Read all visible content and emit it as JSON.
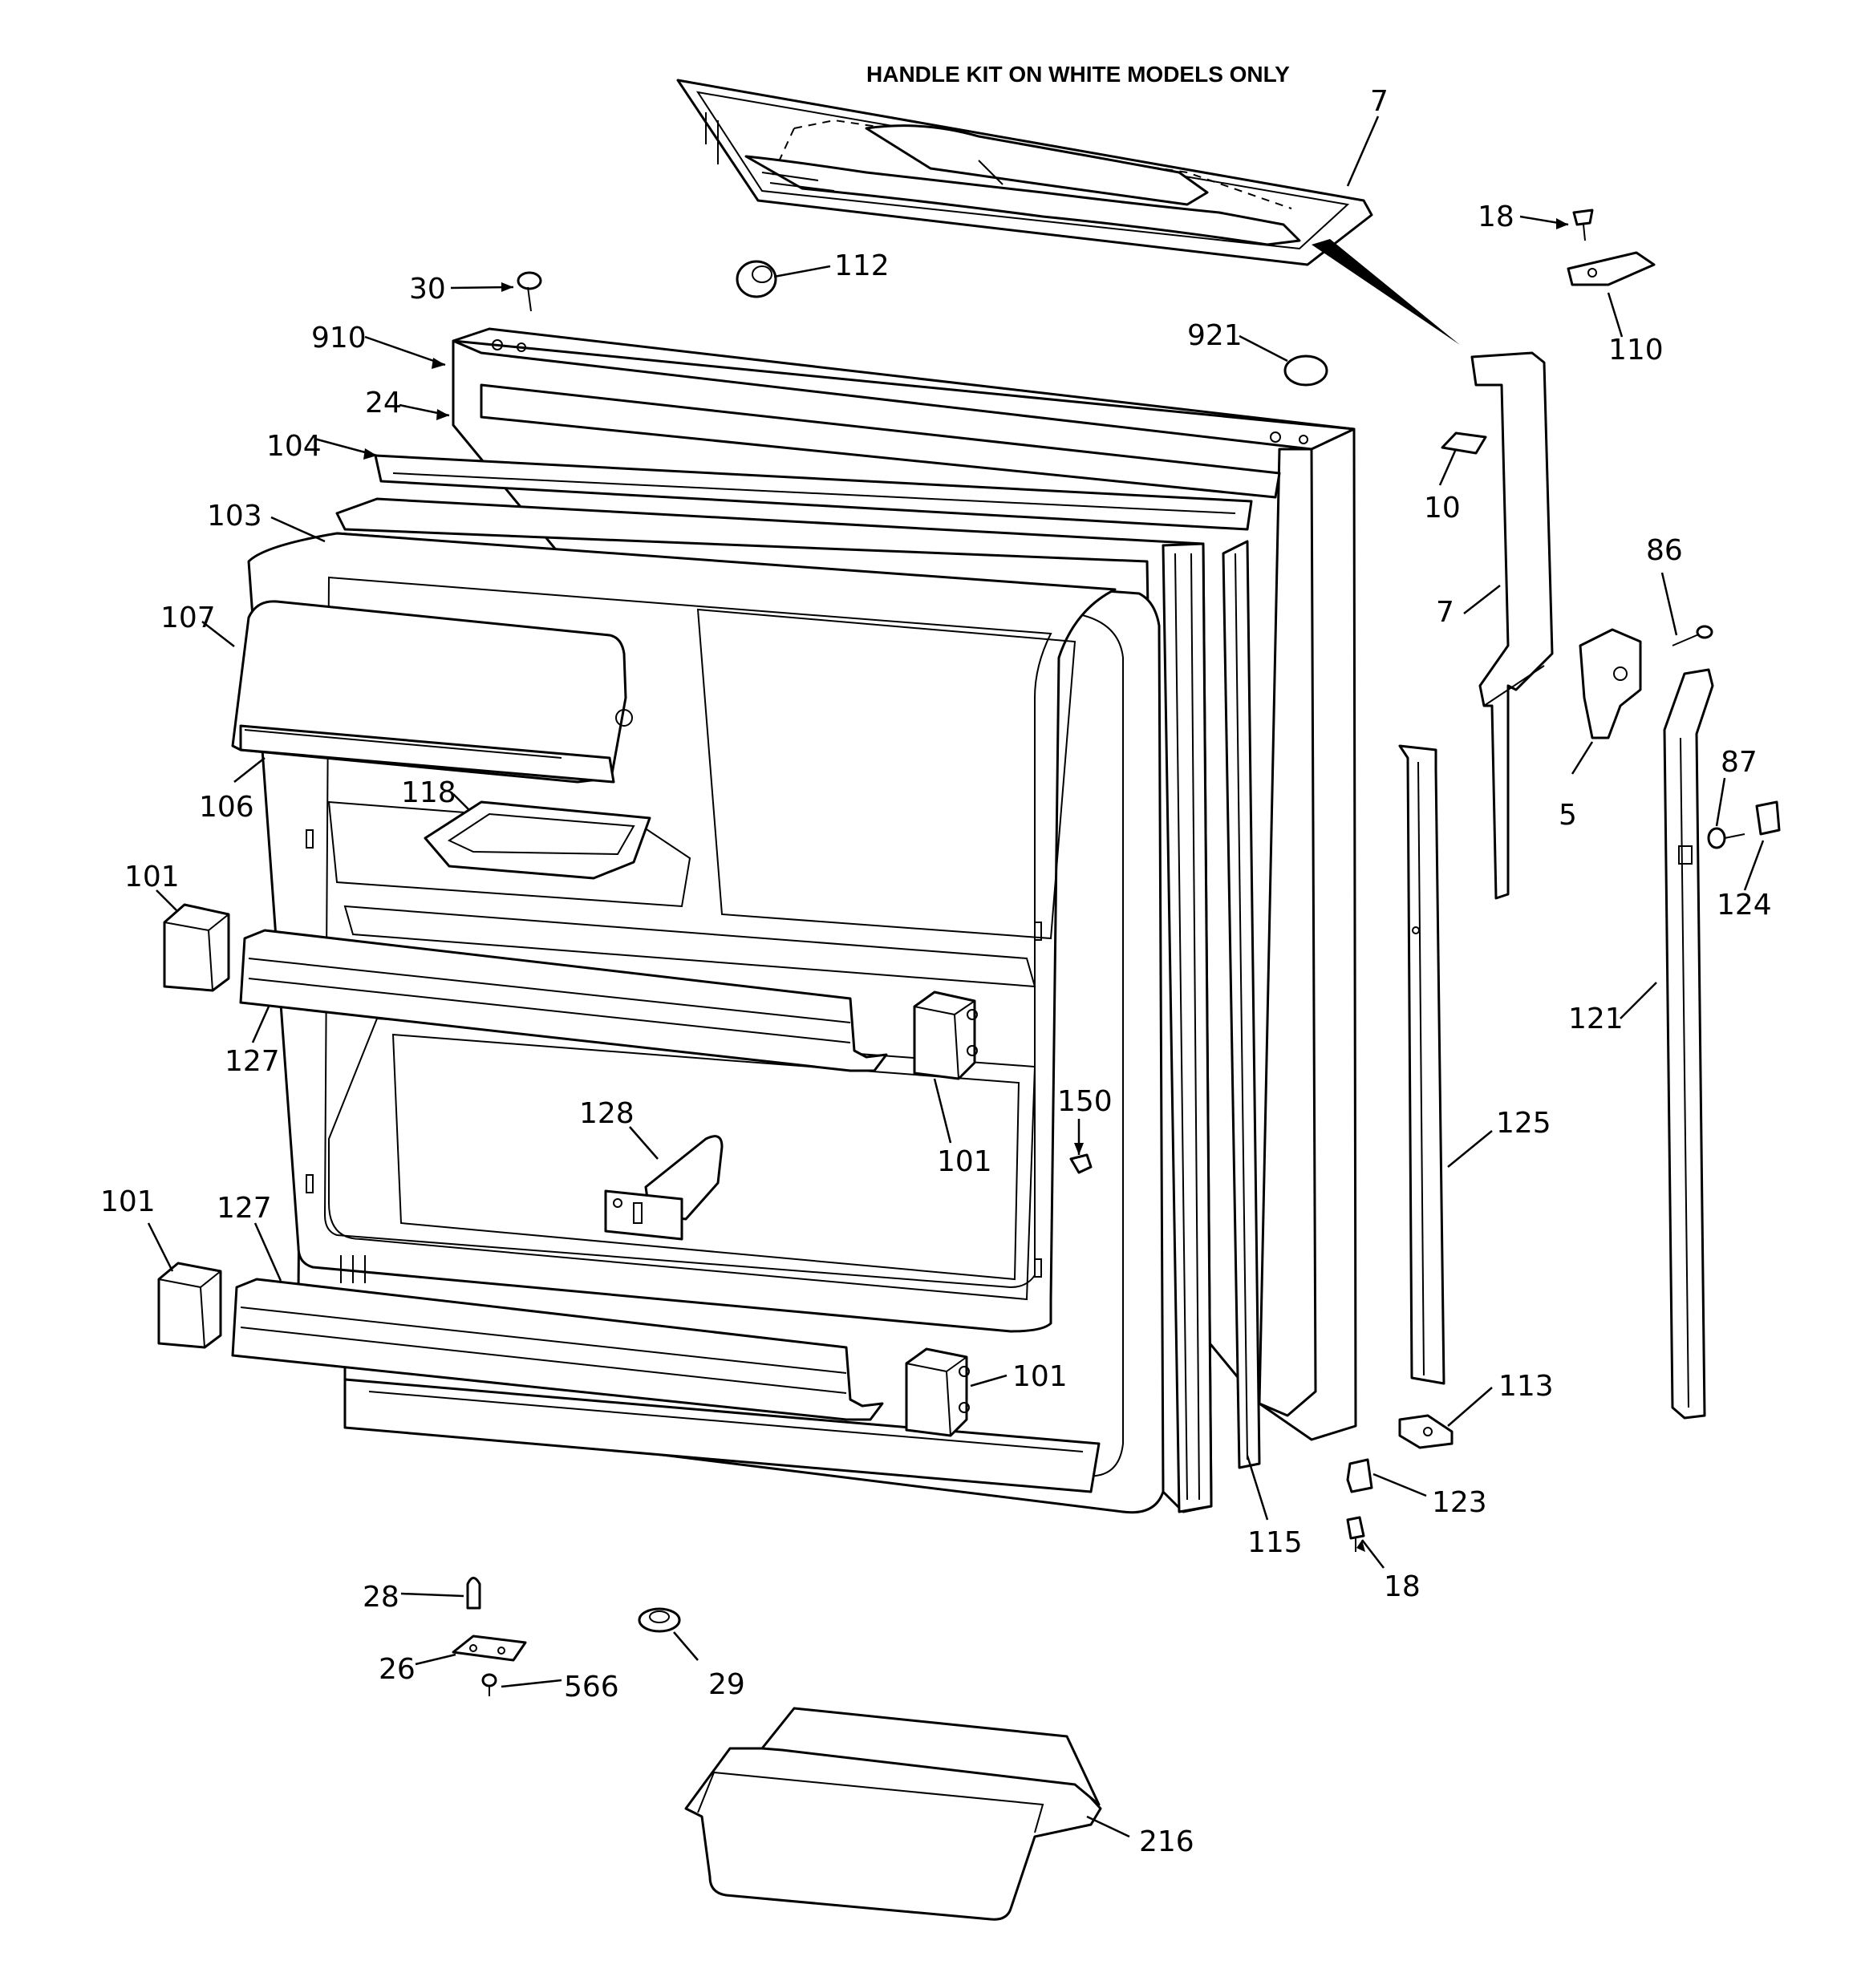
{
  "header_note": "HANDLE KIT ON WHITE MODELS ONLY",
  "labels": {
    "p7_top": "7",
    "p18_top": "18",
    "p110": "110",
    "p112": "112",
    "p30": "30",
    "p921": "921",
    "p910": "910",
    "p24": "24",
    "p104": "104",
    "p10": "10",
    "p103": "103",
    "p86": "86",
    "p7_mid": "7",
    "p107": "107",
    "p5": "5",
    "p87": "87",
    "p106": "106",
    "p118": "118",
    "p124": "124",
    "p101_a": "101",
    "p121": "121",
    "p127_a": "127",
    "p150": "150",
    "p101_b": "101",
    "p125": "125",
    "p128": "128",
    "p101_c": "101",
    "p127_b": "127",
    "p101_d": "101",
    "p113": "113",
    "p123": "123",
    "p115": "115",
    "p18_bottom": "18",
    "p28": "28",
    "p26": "26",
    "p566": "566",
    "p29": "29",
    "p216": "216"
  }
}
